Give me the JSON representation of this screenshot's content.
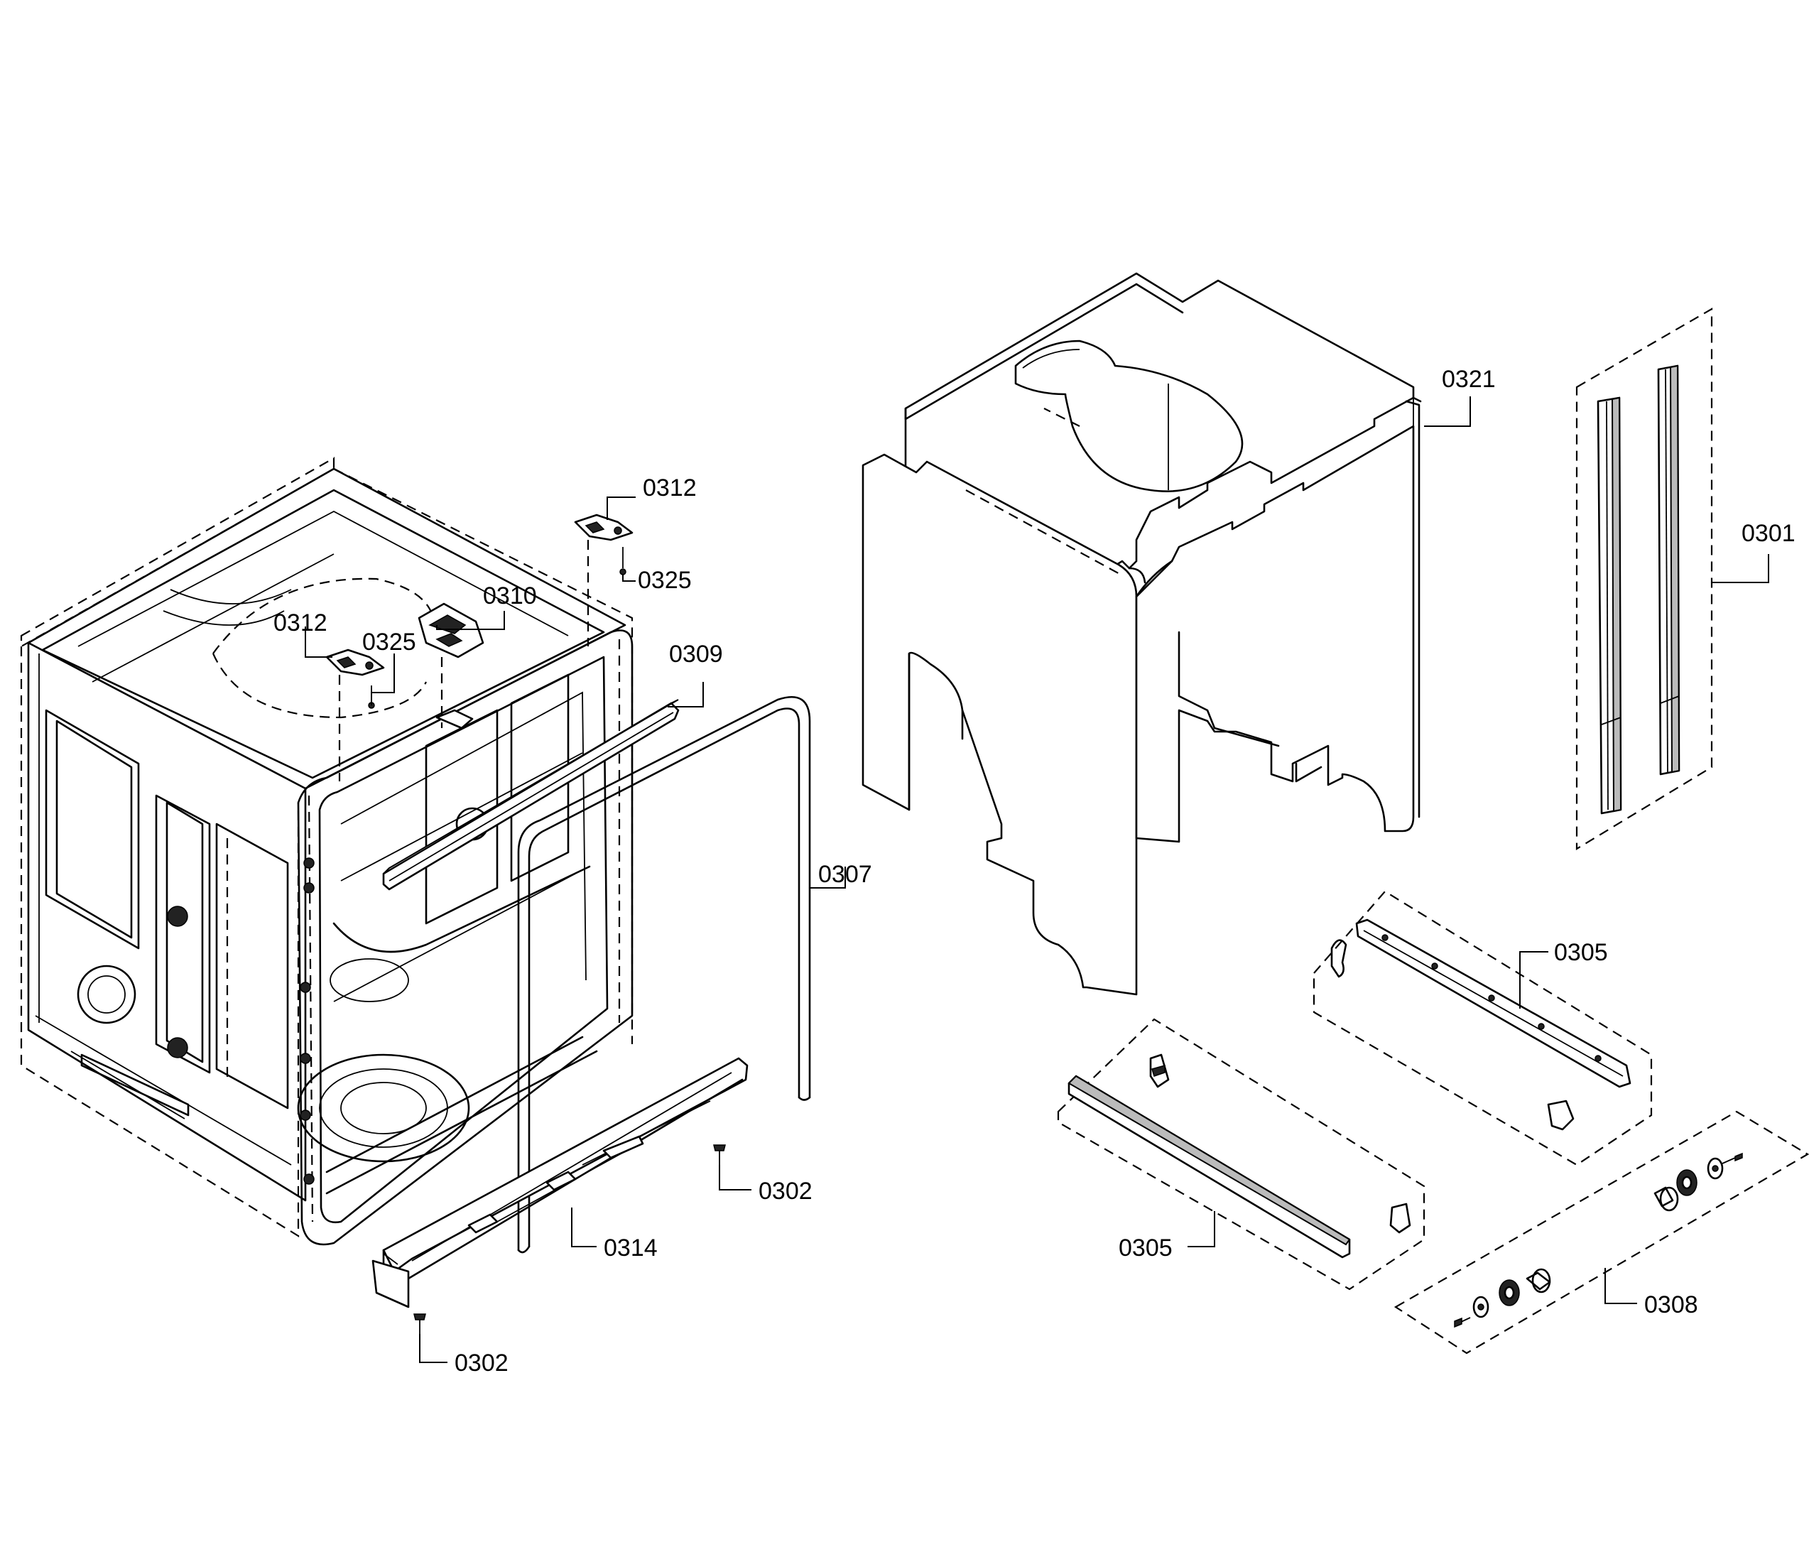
{
  "callouts": [
    {
      "id": "c0312a",
      "text": "0312"
    },
    {
      "id": "c0325a",
      "text": "0325"
    },
    {
      "id": "c0310",
      "text": "0310"
    },
    {
      "id": "c0312b",
      "text": "0312"
    },
    {
      "id": "c0325b",
      "text": "0325"
    },
    {
      "id": "c0309",
      "text": "0309"
    },
    {
      "id": "c0307",
      "text": "0307"
    },
    {
      "id": "c0302a",
      "text": "0302"
    },
    {
      "id": "c0314",
      "text": "0314"
    },
    {
      "id": "c0302b",
      "text": "0302"
    },
    {
      "id": "c0321",
      "text": "0321"
    },
    {
      "id": "c0301",
      "text": "0301"
    },
    {
      "id": "c0305a",
      "text": "0305"
    },
    {
      "id": "c0305b",
      "text": "0305"
    },
    {
      "id": "c0308",
      "text": "0308"
    }
  ]
}
